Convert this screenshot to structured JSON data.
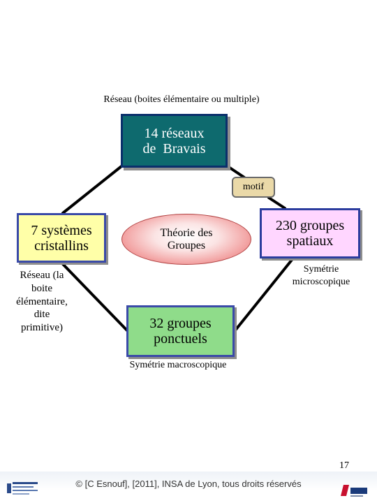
{
  "diagram": {
    "top_caption": "Réseau (boites élémentaire ou multiple)",
    "bravais": [
      "14 réseaux",
      "de  Bravais"
    ],
    "motif": "motif",
    "systemes": [
      "7 systèmes",
      "cristallins"
    ],
    "theorie": [
      "Théorie des",
      "Groupes"
    ],
    "spatiaux": [
      "230 groupes",
      "spatiaux"
    ],
    "ponctuels": [
      "32 groupes",
      "ponctuels"
    ],
    "reseau_left": [
      "Réseau (la",
      "boite",
      "élémentaire,",
      "dite",
      "primitive)"
    ],
    "sym_micro": [
      "Symétrie",
      "microscopique"
    ],
    "sym_macro": "Symétrie macroscopique"
  },
  "footer": {
    "page_number": "17",
    "copyright": "© [C Esnouf], [2011], INSA de Lyon, tous droits réservés"
  },
  "colors": {
    "bravais_fill": "#0e6a6e",
    "systemes_fill": "#ffffa8",
    "spatiaux_fill": "#ffd6ff",
    "ponctuels_fill": "#8fdc8a",
    "motif_fill": "#ead9a8",
    "theorie_fill": "#e56a6a"
  }
}
